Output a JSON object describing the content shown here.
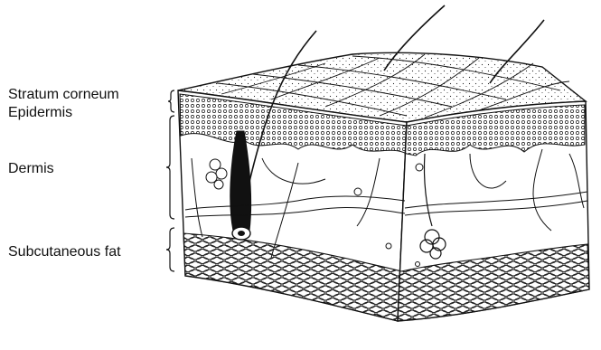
{
  "labels": {
    "stratum_corneum": "Stratum corneum",
    "epidermis": "Epidermis",
    "dermis": "Dermis",
    "subcutaneous_fat": "Subcutaneous fat"
  },
  "colors": {
    "ink": "#111111",
    "background": "#ffffff"
  }
}
